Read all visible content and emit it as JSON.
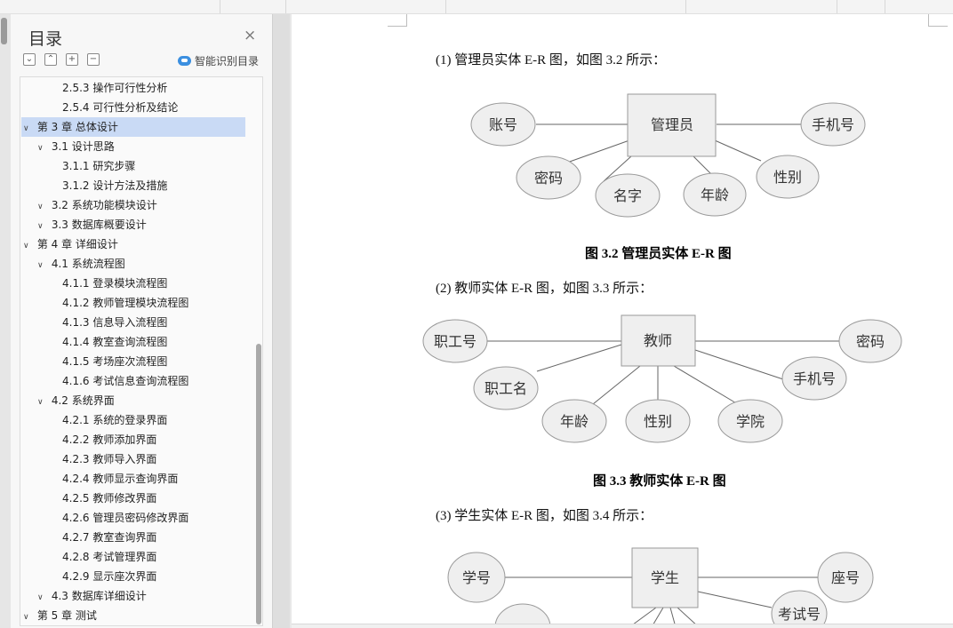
{
  "toc": {
    "title": "目录",
    "smart_label": "智能识别目录",
    "items": [
      {
        "label": "2.5.3 操作可行性分析",
        "level": 3
      },
      {
        "label": "2.5.4 可行性分析及结论",
        "level": 3
      },
      {
        "label": "第 3 章  总体设计",
        "level": 1,
        "selected": true
      },
      {
        "label": "3.1 设计思路",
        "level": 2
      },
      {
        "label": "3.1.1 研究步骤",
        "level": 3
      },
      {
        "label": "3.1.2 设计方法及措施",
        "level": 3
      },
      {
        "label": "3.2 系统功能模块设计",
        "level": 2
      },
      {
        "label": "3.3 数据库概要设计",
        "level": 2
      },
      {
        "label": "第 4 章  详细设计",
        "level": 1
      },
      {
        "label": "4.1 系统流程图",
        "level": 2
      },
      {
        "label": "4.1.1 登录模块流程图",
        "level": 3
      },
      {
        "label": "4.1.2 教师管理模块流程图",
        "level": 3
      },
      {
        "label": "4.1.3 信息导入流程图",
        "level": 3
      },
      {
        "label": "4.1.4 教室查询流程图",
        "level": 3
      },
      {
        "label": "4.1.5 考场座次流程图",
        "level": 3
      },
      {
        "label": "4.1.6 考试信息查询流程图",
        "level": 3
      },
      {
        "label": "4.2 系统界面",
        "level": 2
      },
      {
        "label": "4.2.1 系统的登录界面",
        "level": 3
      },
      {
        "label": "4.2.2 教师添加界面",
        "level": 3
      },
      {
        "label": "4.2.3 教师导入界面",
        "level": 3
      },
      {
        "label": "4.2.4 教师显示查询界面",
        "level": 3
      },
      {
        "label": "4.2.5 教师修改界面",
        "level": 3
      },
      {
        "label": "4.2.6 管理员密码修改界面",
        "level": 3
      },
      {
        "label": "4.2.7 教室查询界面",
        "level": 3
      },
      {
        "label": "4.2.8 考试管理界面",
        "level": 3
      },
      {
        "label": "4.2.9 显示座次界面",
        "level": 3
      },
      {
        "label": "4.3 数据库详细设计",
        "level": 2
      },
      {
        "label": "第 5 章  测试",
        "level": 1
      }
    ]
  },
  "doc": {
    "para1": "(1)  管理员实体 E-R 图，如图 3.2 所示：",
    "caption1": "图 3.2  管理员实体 E-R 图",
    "para2": "(2)  教师实体 E-R 图，如图 3.3 所示：",
    "caption2": "图 3.3  教师实体 E-R 图",
    "para3": "(3)  学生实体 E-R 图，如图 3.4 所示：",
    "er_admin": {
      "entity": "管理员",
      "attributes": [
        "账号",
        "手机号",
        "密码",
        "名字",
        "年龄",
        "性别"
      ]
    },
    "er_teacher": {
      "entity": "教师",
      "attributes": [
        "职工号",
        "密码",
        "职工名",
        "手机号",
        "年龄",
        "性别",
        "学院"
      ]
    },
    "er_student": {
      "entity": "学生",
      "attributes": [
        "学号",
        "座号",
        "考试号"
      ]
    }
  }
}
